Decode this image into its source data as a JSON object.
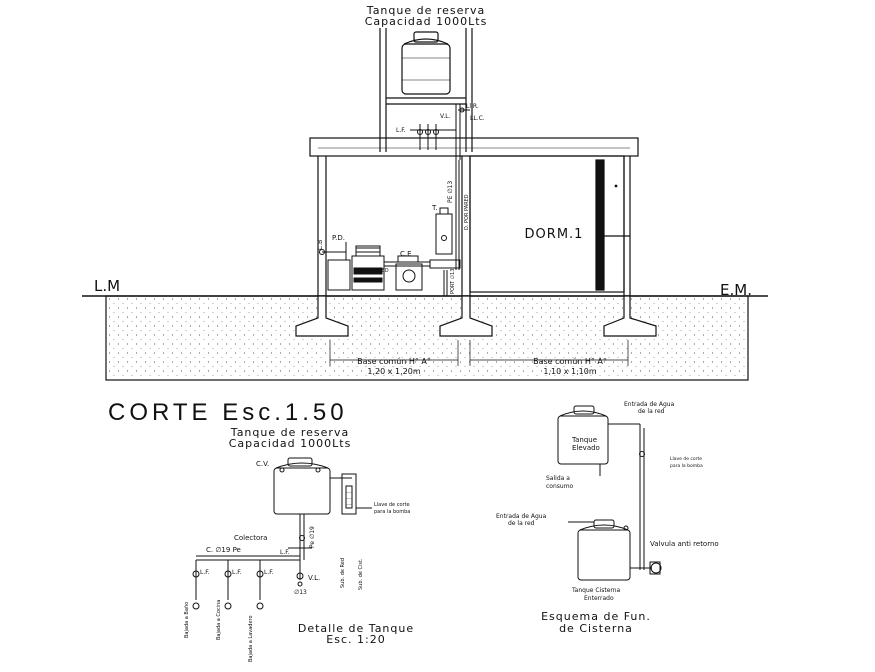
{
  "section": {
    "tank_title_1": "Tanque de reserva",
    "tank_title_2": "Capacidad 1000Lts",
    "lm": "L.M",
    "em": "E.M.",
    "dorm": "DORM.1",
    "base_left_1": "Base común H° A°",
    "base_left_2": "1,20 x 1,20m",
    "base_right_1": "Base común H° A°",
    "base_right_2": "1,10 x 1,10m",
    "lbl_lf": "L.F.",
    "lbl_vl": "V.L.",
    "lbl_llc": "LL.C.",
    "lbl_tanque_reserva_vertical": "Ll.R.",
    "lbl_pe": "PE ∅13",
    "lbl_por_pared": "D. POR PARED",
    "lbl_t": "T.",
    "lbl_pd": "P.D.",
    "lbl_cb": "C.B",
    "lbl_ce": "C.E",
    "lbl_por_piso": "POR PARED",
    "lbl_port": "PORT ∅13"
  },
  "title": {
    "main": "CORTE Esc.1.50"
  },
  "detail": {
    "tank_title_1": "Tanque de reserva",
    "tank_title_2": "Capacidad 1000Lts",
    "cv": "C.V.",
    "llave_1": "Llave de corte",
    "llave_2": "para la bomba",
    "colectora": "Colectora",
    "colectora_dim": "C. ∅19 Pe",
    "lf1": "L.F.",
    "lf2": "L.F.",
    "lf3": "L.F.",
    "lf4": "L.F.",
    "vl": "V.L.",
    "d13": "∅13",
    "pe19": "Pe ∅19",
    "sub_red": "Sub. de Red",
    "sub_cist": "Sub. de Cist.",
    "bajada_bano": "Bajada a Baño",
    "bajada_cocina": "Bajada a Cocina",
    "bajada_lavad": "Bajada a Lavadero",
    "caption_1": "Detalle de Tanque",
    "caption_2": "Esc. 1:20"
  },
  "scheme": {
    "entrada_top_1": "Entrada de Agua",
    "entrada_top_2": "de la red",
    "tanque_elev_1": "Tanque",
    "tanque_elev_2": "Elevado",
    "llave_1": "Llave de corte",
    "llave_2": "para la bomba",
    "salida_1": "Salida a",
    "salida_2": "consumo",
    "entrada_mid_1": "Entrada de Agua",
    "entrada_mid_2": "de la red",
    "valvula": "Valvula anti retorno",
    "cisterna_1": "Tanque Cisterna",
    "cisterna_2": "Enterrado",
    "caption_1": "Esquema de Fun.",
    "caption_2": "de Cisterna"
  }
}
